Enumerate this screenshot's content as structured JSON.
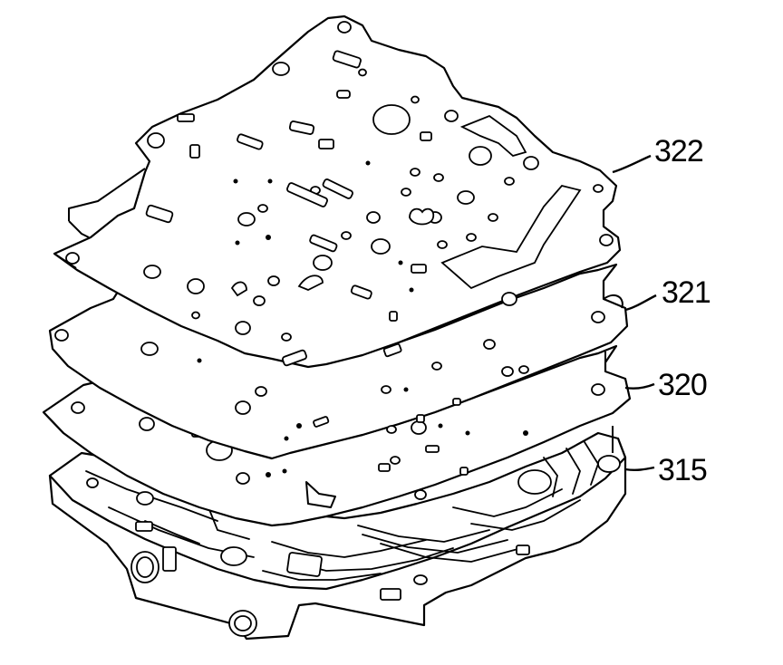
{
  "callouts": {
    "c322": "322",
    "c321": "321",
    "c320": "320",
    "c315": "315"
  },
  "colors": {
    "line": "#000000",
    "background": "#ffffff"
  }
}
